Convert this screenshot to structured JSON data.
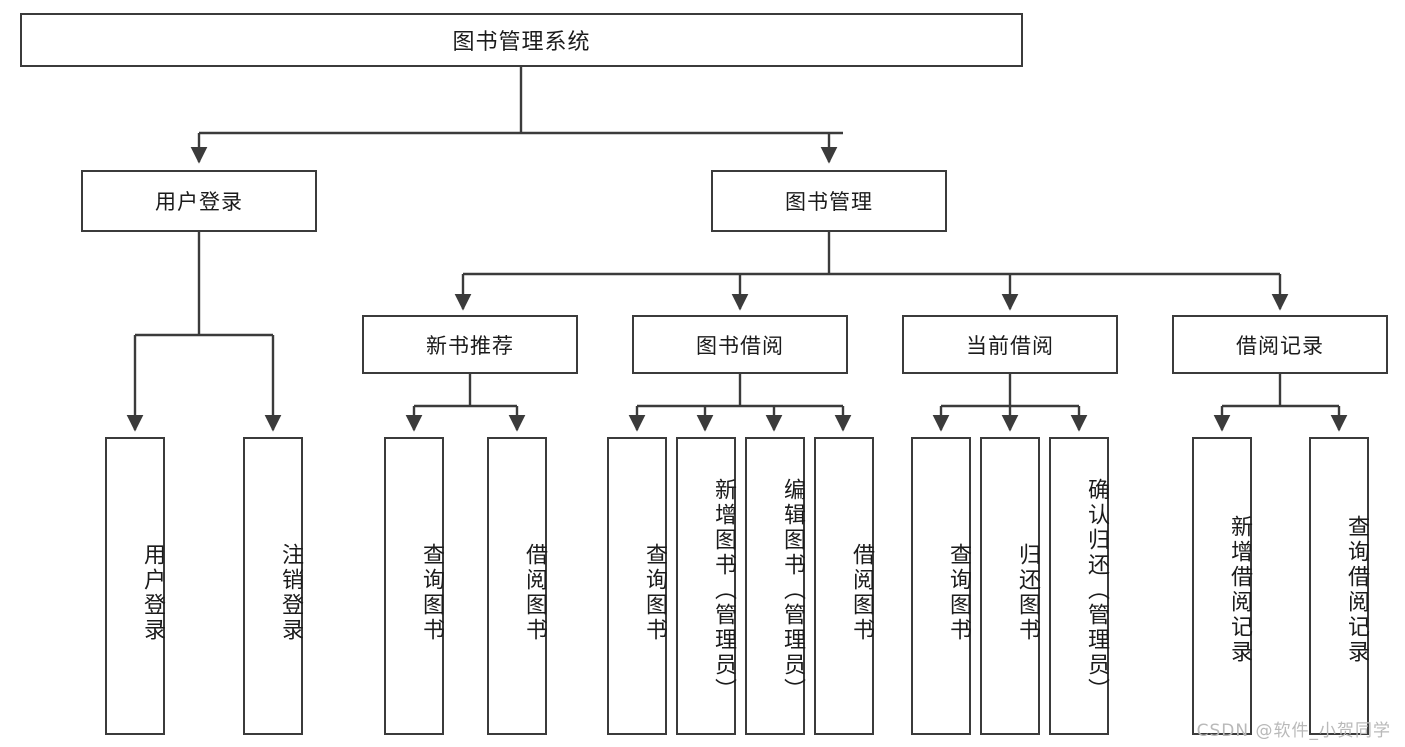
{
  "diagram": {
    "title": "图书管理系统",
    "root": {
      "label": "图书管理系统"
    },
    "level2": [
      {
        "label": "用户登录"
      },
      {
        "label": "图书管理"
      }
    ],
    "level3": [
      {
        "label": "新书推荐"
      },
      {
        "label": "图书借阅"
      },
      {
        "label": "当前借阅"
      },
      {
        "label": "借阅记录"
      }
    ],
    "leaves": {
      "user_login": [
        {
          "label": "用户登录"
        },
        {
          "label": "注销登录"
        }
      ],
      "new_book_recommend": [
        {
          "label": "查询图书"
        },
        {
          "label": "借阅图书"
        }
      ],
      "book_borrow": [
        {
          "label": "查询图书"
        },
        {
          "label": "新增图书（管理员）"
        },
        {
          "label": "编辑图书（管理员）"
        },
        {
          "label": "借阅图书"
        }
      ],
      "current_borrow": [
        {
          "label": "查询图书"
        },
        {
          "label": "归还图书"
        },
        {
          "label": "确认归还（管理员）"
        }
      ],
      "borrow_record": [
        {
          "label": "新增借阅记录"
        },
        {
          "label": "查询借阅记录"
        }
      ]
    }
  },
  "watermark": {
    "text": "CSDN @软件_小贺同学"
  },
  "colors": {
    "border": "#3b3b3b",
    "text": "#1b1b1b",
    "background": "#ffffff",
    "watermark": "#b9b9b9"
  }
}
